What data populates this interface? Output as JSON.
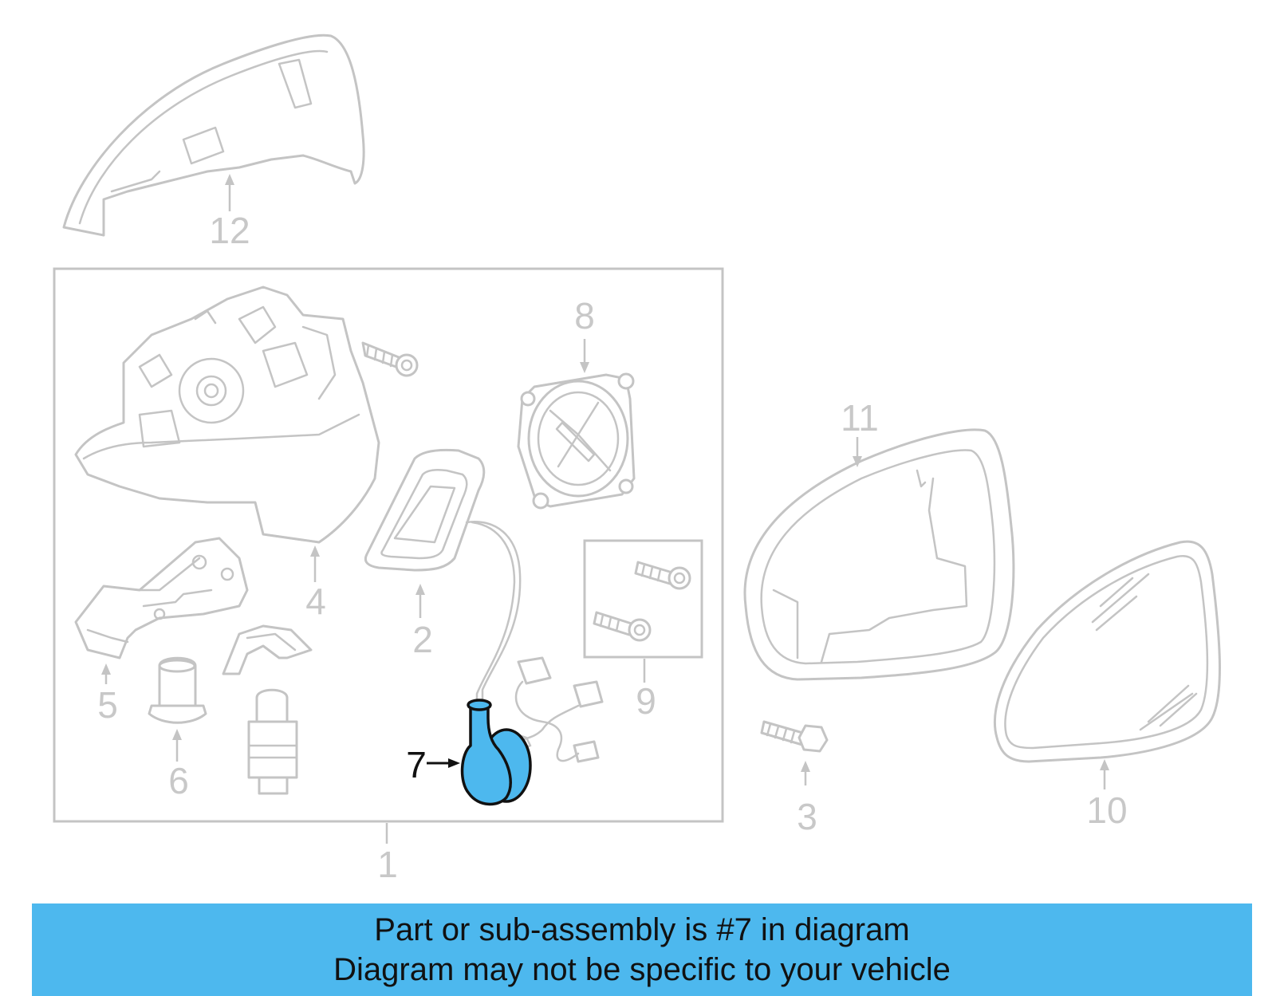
{
  "labels": {
    "p1": "1",
    "p2": "2",
    "p3": "3",
    "p4": "4",
    "p5": "5",
    "p6": "6",
    "p7": "7",
    "p8": "8",
    "p9": "9",
    "p10": "10",
    "p11": "11",
    "p12": "12"
  },
  "banner": {
    "line1": "Part or sub-assembly is #7 in diagram",
    "line2": "Diagram may not be specific to your vehicle"
  },
  "colors": {
    "highlight": "#4db8ee",
    "line_art": "#c4c4c4",
    "banner": "#4db8ee"
  }
}
